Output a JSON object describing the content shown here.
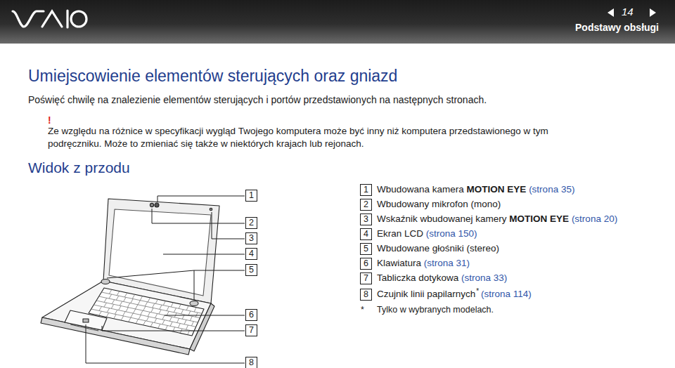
{
  "diagram": {
    "title": "Umiejscowienie elementów sterujących oraz gniazd",
    "nodes": [
      {
        "text": [
          "1"
        ]
      },
      {
        "text": [
          "2"
        ]
      },
      {
        "text": [
          "3"
        ]
      },
      {
        "text": [
          "4"
        ]
      },
      {
        "text": [
          "5"
        ]
      },
      {
        "text": [
          "6"
        ]
      },
      {
        "text": [
          "7"
        ]
      },
      {
        "text": [
          "8"
        ]
      },
      {
        "text": [
          "1"
        ]
      },
      {
        "text": [
          "2"
        ]
      },
      {
        "text": [
          "3"
        ]
      },
      {
        "text": [
          "4"
        ]
      },
      {
        "text": [
          "5"
        ]
      },
      {
        "text": [
          "6"
        ]
      },
      {
        "text": [
          "7"
        ]
      },
      {
        "text": [
          "8"
        ]
      }
    ],
    "labels": [
      "14",
      "Podstawy obsługi",
      "Poświęć chwilę na znalezienie elementów sterujących i portów przedstawionych na następnych stronach.",
      "!",
      "Ze względu na różnice w specyfikacji wygląd Twojego komputera może być inny niż komputera przedstawionego w tym podręczniku. Może to zmieniać się także w niektórych krajach lub rejonach.",
      "Widok z przodu",
      "Wbudowana kamera",
      "MOTION EYE",
      "(strona 35)",
      "Wbudowany mikrofon (mono)",
      "Wskaźnik wbudowanej kamery",
      "MOTION EYE",
      "(strona 20)",
      "Ekran LCD",
      "(strona 150)",
      "Wbudowane głośniki (stereo)",
      "Klawiatura",
      "(strona 31)",
      "Tabliczka dotykowa",
      "(strona 33)",
      "Czujnik linii papilarnych",
      "*",
      "(strona 114)",
      "*",
      "Tylko w wybranych modelach."
    ]
  }
}
